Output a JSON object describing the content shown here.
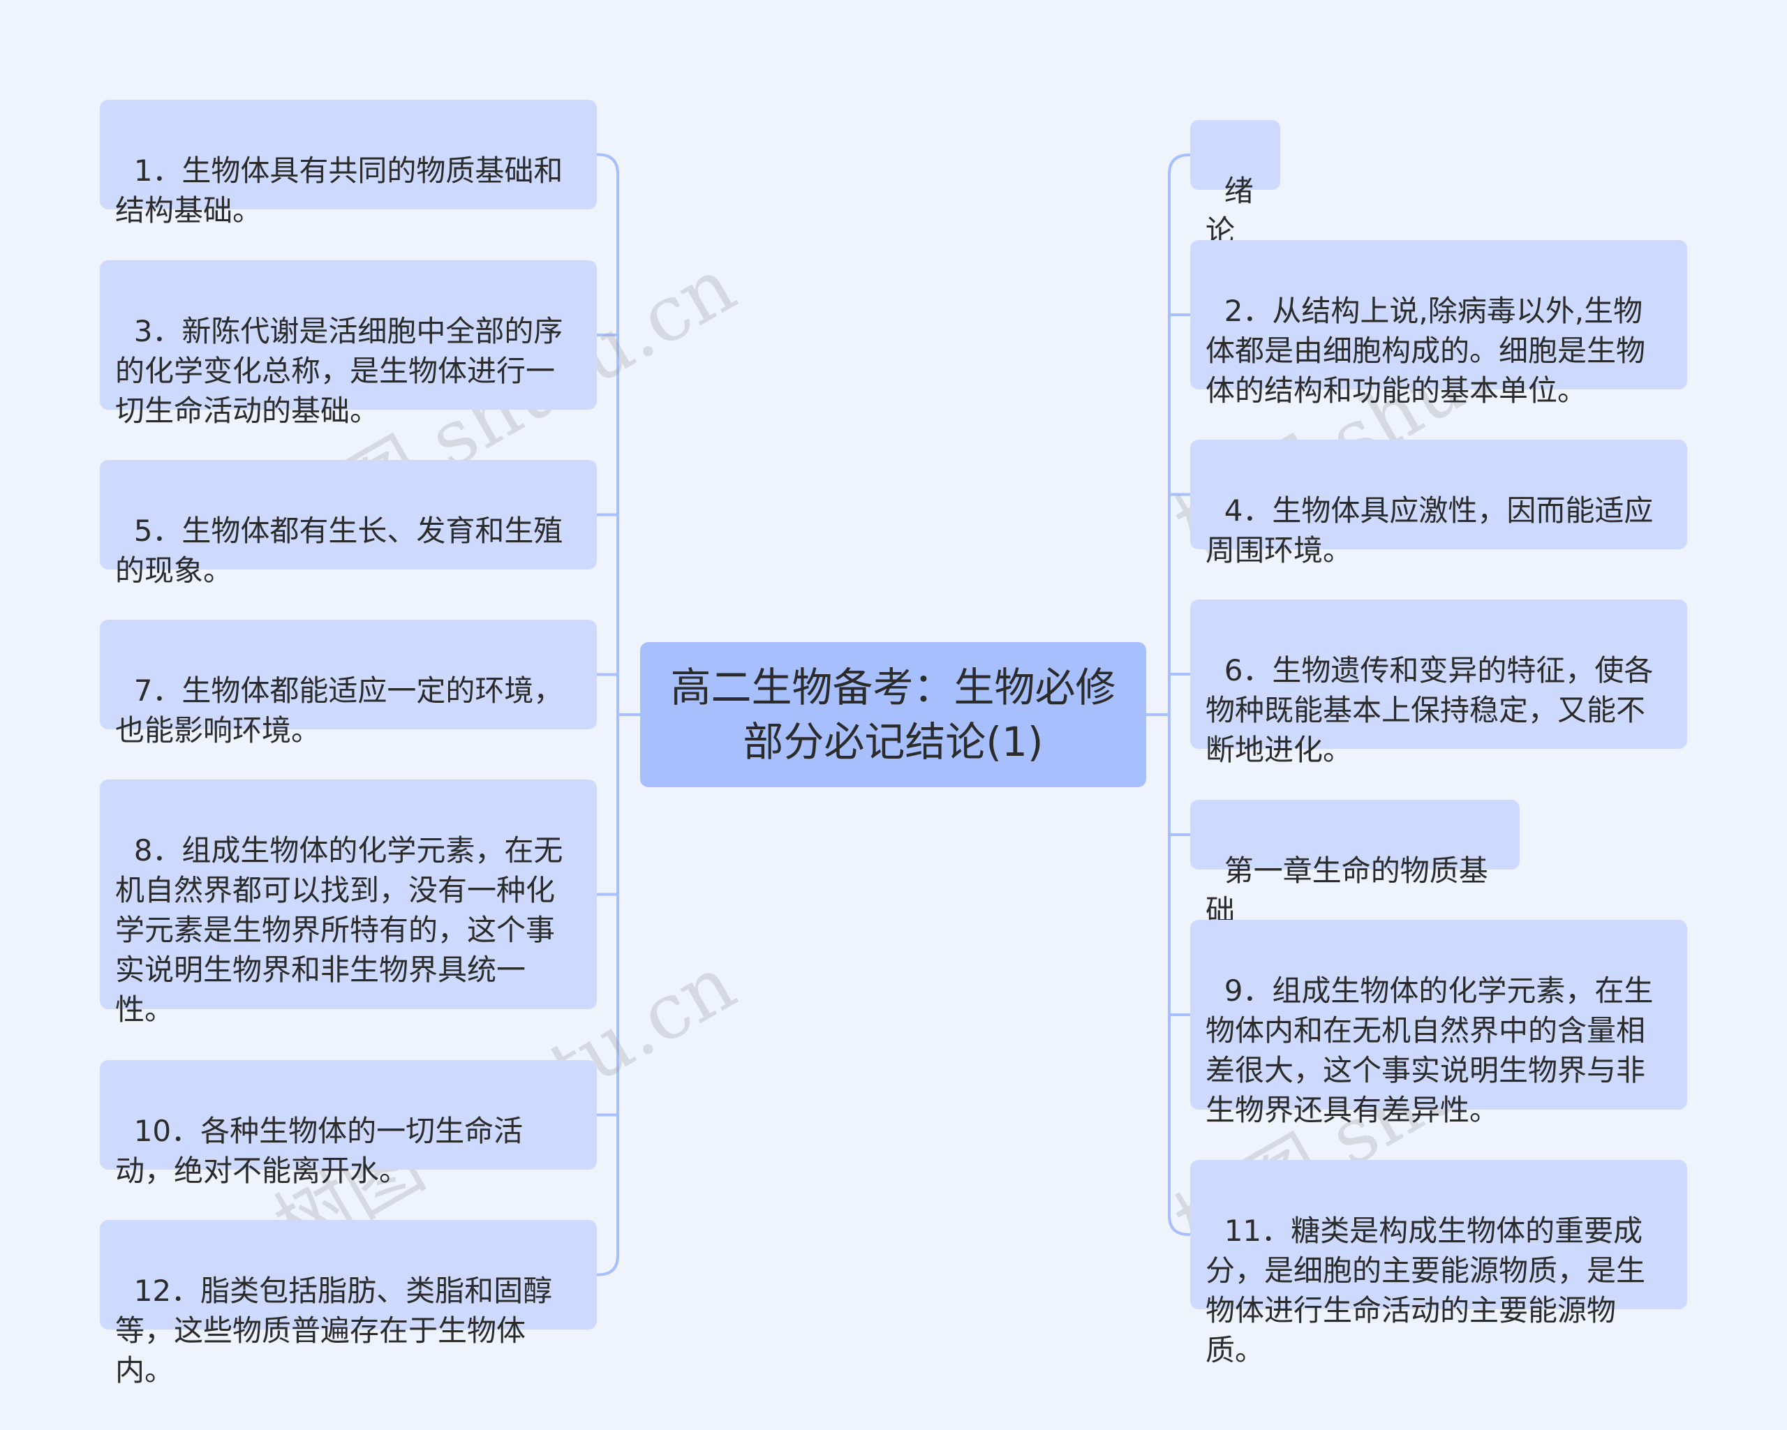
{
  "root": {
    "title": "高二生物备考：生物必修部分必记结论(1)"
  },
  "left": [
    {
      "text": "1．生物体具有共同的物质基础和结构基础。"
    },
    {
      "text": "3．新陈代谢是活细胞中全部的序的化学变化总称，是生物体进行一切生命活动的基础。"
    },
    {
      "text": "5．生物体都有生长、发育和生殖的现象。"
    },
    {
      "text": "7．生物体都能适应一定的环境，也能影响环境。"
    },
    {
      "text": "8．组成生物体的化学元素，在无机自然界都可以找到，没有一种化学元素是生物界所特有的，这个事实说明生物界和非生物界具统一性。"
    },
    {
      "text": "10．各种生物体的一切生命活动，绝对不能离开水。"
    },
    {
      "text": "12．脂类包括脂肪、类脂和固醇等，这些物质普遍存在于生物体内。"
    }
  ],
  "right": [
    {
      "text": "绪论"
    },
    {
      "text": "2．从结构上说,除病毒以外,生物体都是由细胞构成的。细胞是生物体的结构和功能的基本单位。"
    },
    {
      "text": "4．生物体具应激性，因而能适应周围环境。"
    },
    {
      "text": "6．生物遗传和变异的特征，使各物种既能基本上保持稳定，又能不断地进化。"
    },
    {
      "text": "第一章生命的物质基础"
    },
    {
      "text": "9．组成生物体的化学元素，在生物体内和在无机自然界中的含量相差很大，这个事实说明生物界与非生物界还具有差异性。"
    },
    {
      "text": "11．糖类是构成生物体的重要成分，是细胞的主要能源物质，是生物体进行生命活动的主要能源物质。"
    }
  ],
  "watermark": "树图 shutu.cn",
  "colors": {
    "background": "#eff3fc",
    "root_fill": "#a7bffd",
    "node_fill": "#cddafd",
    "connector": "#a7bffd",
    "text": "#2b2b2b"
  }
}
